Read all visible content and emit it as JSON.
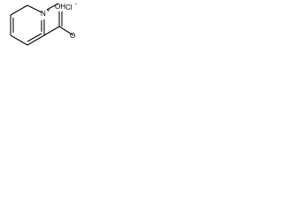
{
  "molecule": {
    "ring_nitrogen": {
      "symbol": "N",
      "charge": "+"
    },
    "hydroxyl": {
      "symbol": "OH"
    },
    "carbonyl_oxygen": {
      "symbol": "O"
    },
    "counterion": {
      "symbol": "Cl",
      "charge": "−"
    }
  },
  "colors": {
    "stroke": "#000000",
    "background": "#ffffff"
  }
}
